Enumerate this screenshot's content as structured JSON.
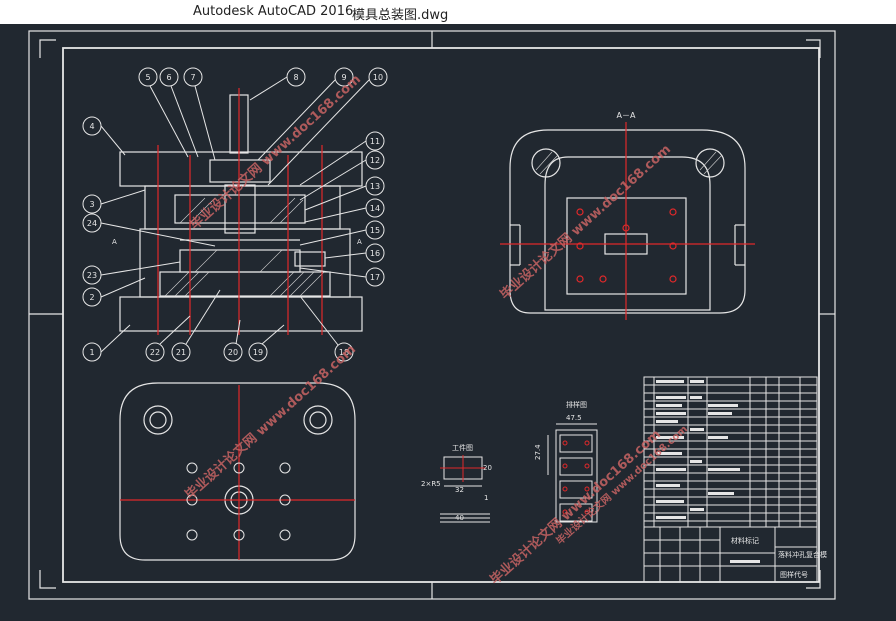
{
  "window": {
    "app_title": "Autodesk AutoCAD 2016",
    "file_name": "模具总装图.dwg"
  },
  "colors": {
    "background": "#212830",
    "line": "#e6e6e6",
    "center_line": "#e0282a",
    "watermark": "#c86464"
  },
  "drawing": {
    "balloon_labels": [
      "1",
      "2",
      "3",
      "4",
      "5",
      "6",
      "7",
      "8",
      "9",
      "10",
      "11",
      "12",
      "13",
      "14",
      "15",
      "16",
      "17",
      "18",
      "19",
      "20",
      "21",
      "22",
      "23",
      "24"
    ],
    "section_label": "A－A",
    "section_mark": "A",
    "blank_view": {
      "title": "工件图",
      "dim_width": "32",
      "dim_length": "40",
      "dim_height": "20",
      "dim_thickness": "1",
      "dim_angle": "2×R5"
    },
    "strip_layout": {
      "title": "排样图",
      "dim_pitch": "47.5",
      "dim_width": "27.4"
    },
    "title_block": {
      "marking_label": "材料标记",
      "drawing_name": "落料冲孔复合模",
      "drawing_code": "图样代号"
    }
  },
  "watermarks": [
    "毕业设计论文网 www.doc168.com",
    "毕业设计论文网 www.doc168.com",
    "毕业设计论文网 www.doc168.com",
    "毕业设计论文网 www.doc168.com",
    "毕业设计论文网 www.doc168.com"
  ]
}
